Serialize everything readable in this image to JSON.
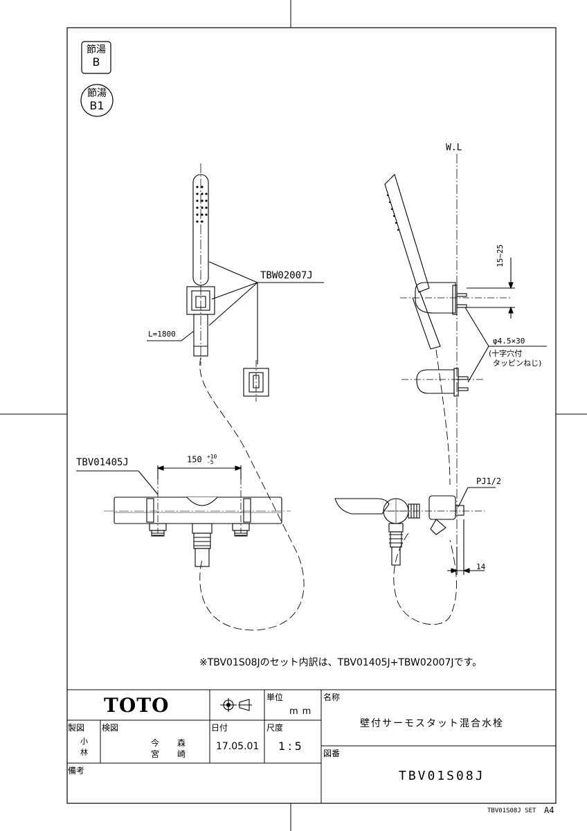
{
  "badges": [
    {
      "line1": "節湯",
      "line2": "B"
    },
    {
      "line1": "節湯",
      "line2": "B1"
    }
  ],
  "callouts": {
    "wl": "W.L",
    "holder_part": "TBW02007J",
    "hose_length": "L=1800",
    "valve_part": "TBV01405J",
    "pitch_base": "150",
    "pitch_plus": "+10",
    "pitch_minus": "-5",
    "offset_range": "15~25",
    "screw_size": "φ4.5×30",
    "screw_desc1": "(十字穴付",
    "screw_desc2": "タッピンねじ)",
    "pipe_thread": "PJ1/2",
    "projection": "14"
  },
  "note": "※TBV01S08Jのセット内訳は、TBV01405J+TBW02007Jです。",
  "title_block": {
    "logo": "TOTO",
    "unit_label": "単位",
    "unit_value": "mm",
    "name_label": "名称",
    "name_value": "壁付サーモスタット混合水栓",
    "drawn_label": "製図",
    "drawn_value1": "小",
    "drawn_value2": "林",
    "checked_label": "検図",
    "checker1_a": "今",
    "checker1_b": "森",
    "checker2_a": "宮",
    "checker2_b": "崎",
    "date_label": "日付",
    "date_value": "17.05.01",
    "scale_label": "尺度",
    "scale_value": "1:5",
    "drawing_no_label": "図番",
    "drawing_no_value": "TBV01S08J",
    "remarks_label": "備考"
  },
  "footer": {
    "set_code": "TBV01S08J SET",
    "paper_size": "A4"
  }
}
